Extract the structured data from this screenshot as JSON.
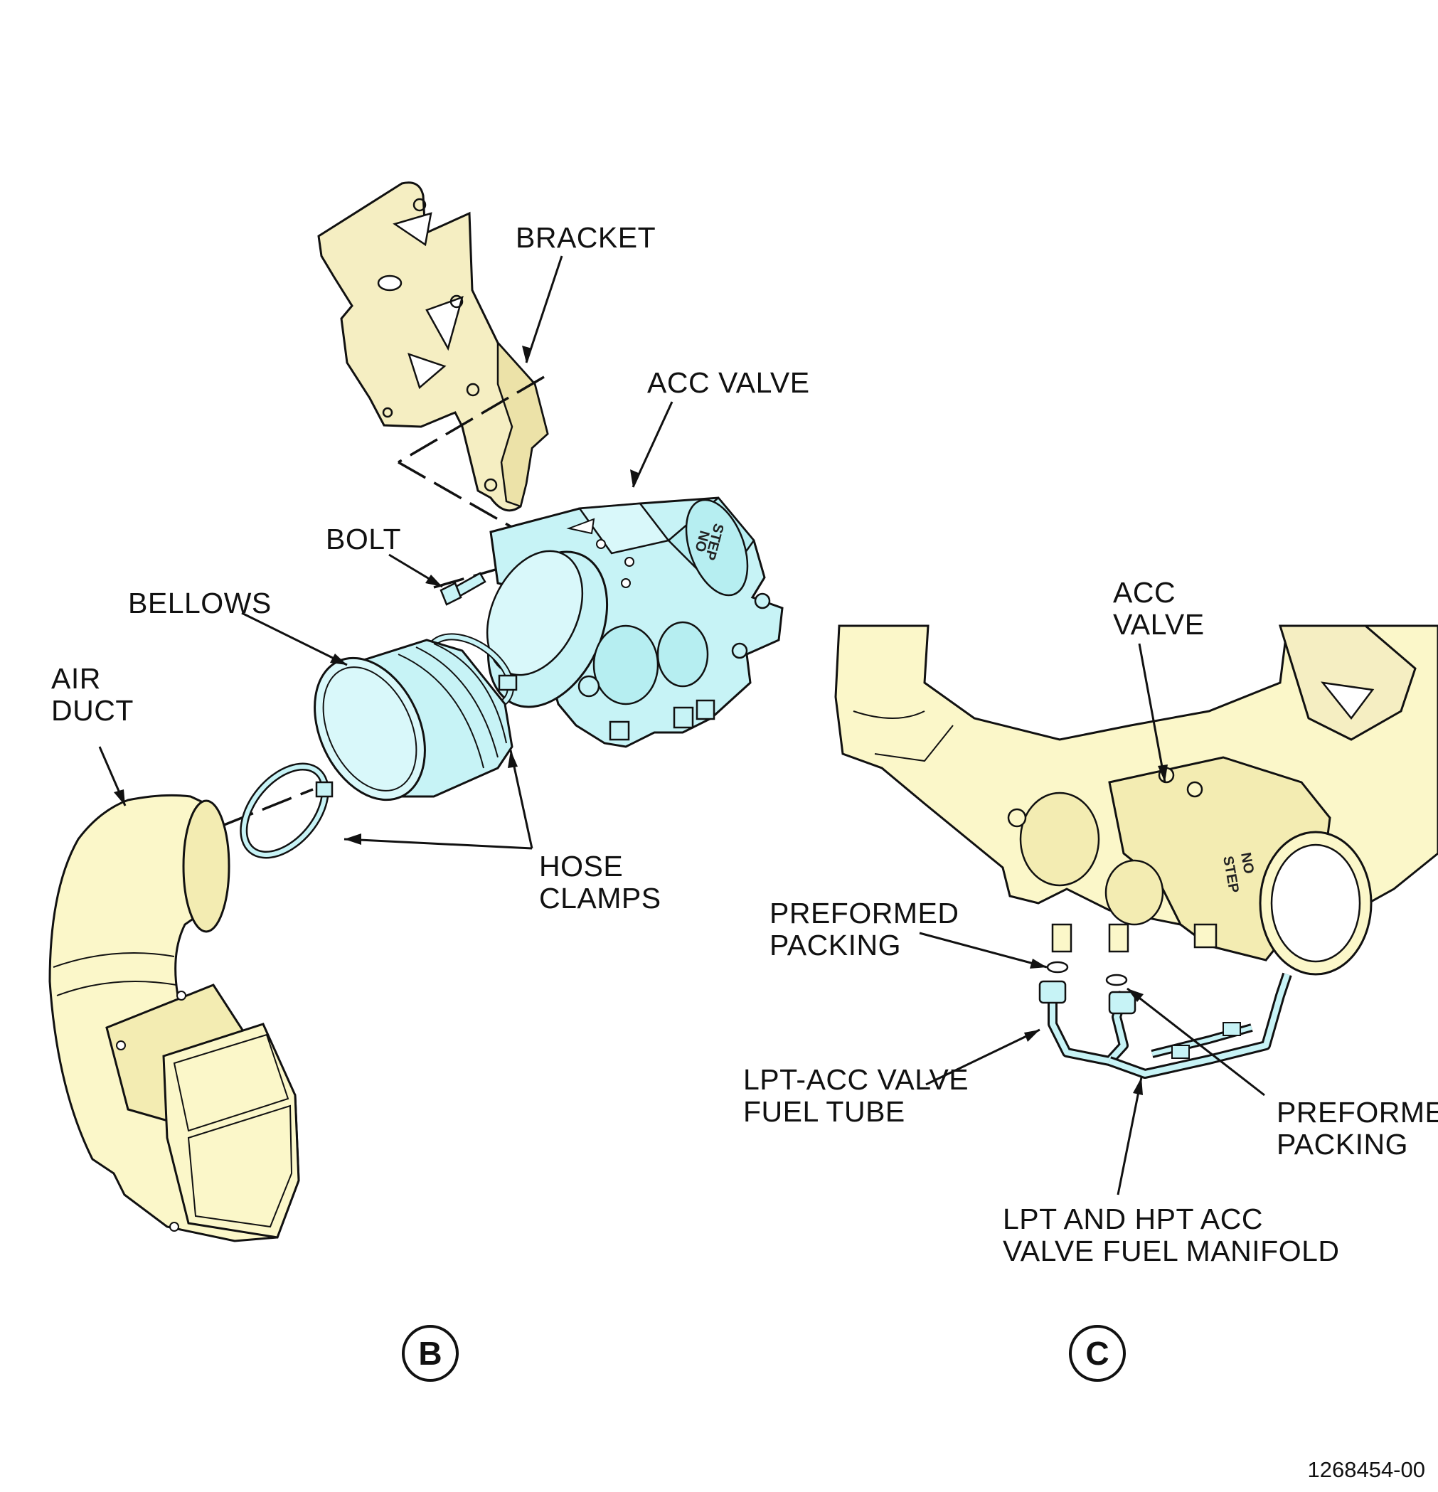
{
  "colors": {
    "bracket_fill": "#f5eec2",
    "duct_fill": "#fbf7c9",
    "valve_fill": "#c7f3f6",
    "line": "#111111",
    "background": "#ffffff"
  },
  "labels": {
    "bracket": "BRACKET",
    "acc_valve_b": "ACC VALVE",
    "bolt": "BOLT",
    "bellows": "BELLOWS",
    "air_duct_1": "AIR",
    "air_duct_2": "DUCT",
    "hose_clamps_1": "HOSE",
    "hose_clamps_2": "CLAMPS",
    "acc_valve_c_1": "ACC",
    "acc_valve_c_2": "VALVE",
    "preformed_packing_left_1": "PREFORMED",
    "preformed_packing_left_2": "PACKING",
    "lpt_fuel_tube_1": "LPT-ACC VALVE",
    "lpt_fuel_tube_2": "FUEL TUBE",
    "preformed_packing_right_1": "PREFORMED",
    "preformed_packing_right_2": "PACKING",
    "manifold_1": "LPT AND HPT ACC",
    "manifold_2": "VALVE FUEL MANIFOLD"
  },
  "stencil": {
    "no": "NO",
    "step": "STEP"
  },
  "views": {
    "b": "B",
    "c": "C"
  },
  "figure_number": "1268454-00"
}
